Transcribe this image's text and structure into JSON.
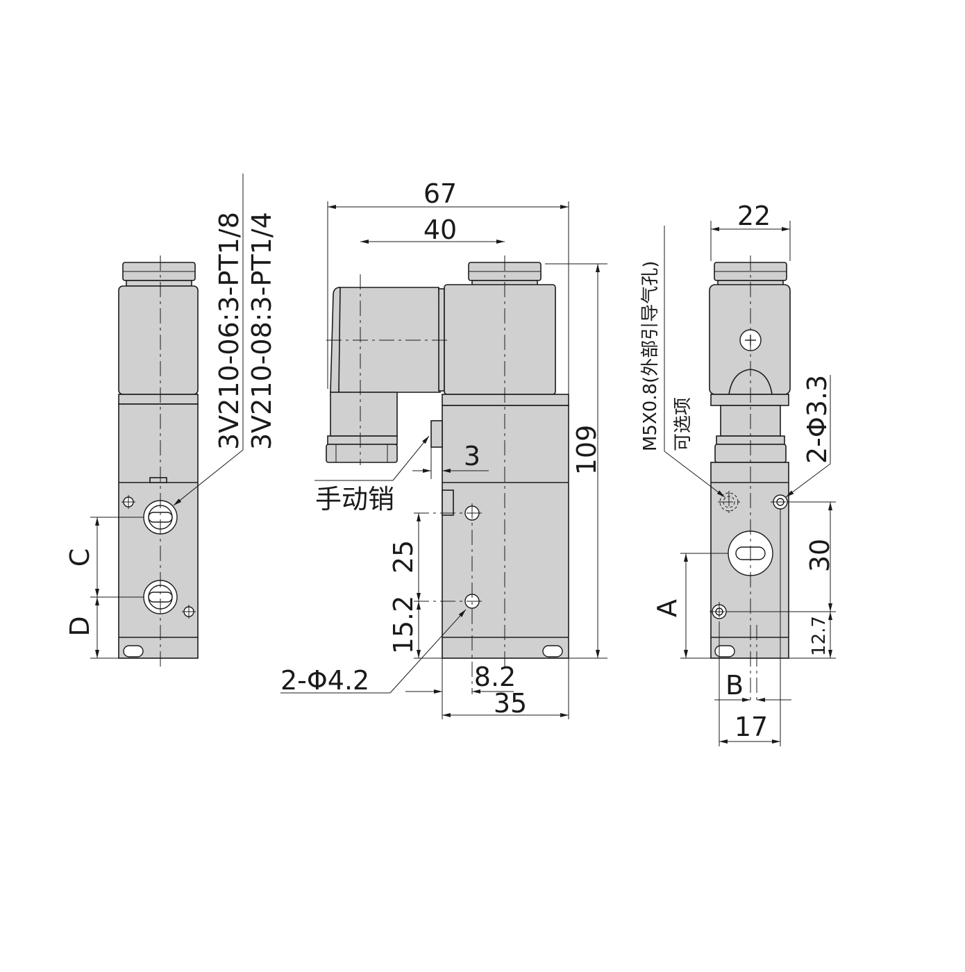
{
  "left_view": {
    "model_line_1": "3V210-06:3-PT1/8",
    "model_line_2": "3V210-08:3-PT1/4",
    "label_c": "C",
    "label_d": "D"
  },
  "front_view": {
    "dim_67": "67",
    "dim_40": "40",
    "dim_109": "109",
    "dim_3": "3",
    "manual_pin": "手动销",
    "dim_25": "25",
    "dim_15_2": "15.2",
    "hole_spec": "2-Φ4.2",
    "dim_8_2": "8.2",
    "dim_35": "35"
  },
  "right_view": {
    "dim_22": "22",
    "port_note": "M5X0.8(外部引导气孔)",
    "optional": "可选项",
    "hole_spec": "2-Φ3.3",
    "dim_30": "30",
    "label_a": "A",
    "dim_12_7": "12.7",
    "label_b": "B",
    "dim_17": "17"
  }
}
